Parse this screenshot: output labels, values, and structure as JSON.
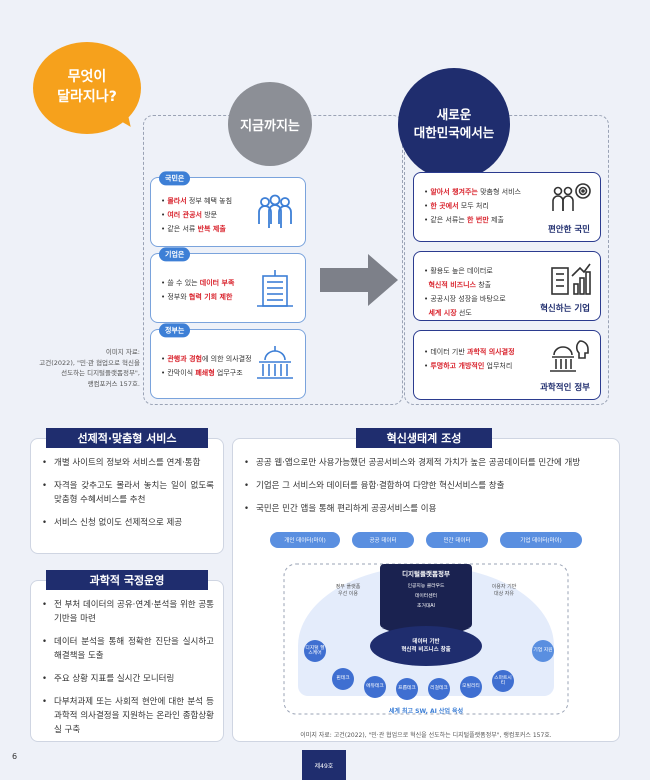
{
  "question": {
    "line1": "무엇이",
    "line2": "달라지나?"
  },
  "now": {
    "title": "지금까지는"
  },
  "new": {
    "line1": "새로운",
    "line2": "대한민국에서는"
  },
  "left_cards": [
    {
      "tag": "국민은",
      "items": [
        {
          "hl": "몰라서",
          "rest": " 정부 혜택 놓침"
        },
        {
          "hl": "여러 관공서",
          "rest": " 방문"
        },
        {
          "pre": "같은 서류 ",
          "hl": "반복 제출",
          "rest": ""
        }
      ]
    },
    {
      "tag": "기업은",
      "items": [
        {
          "pre": "쓸 수 있는 ",
          "hl": "데이터 부족",
          "rest": ""
        },
        {
          "pre": "정부와 ",
          "hl": "협력 기회 제한",
          "rest": ""
        }
      ]
    },
    {
      "tag": "정부는",
      "items": [
        {
          "hl": "관행과 경험",
          "rest": "에 의한 의사결정"
        },
        {
          "pre": "칸막이식 ",
          "hl": "폐쇄형",
          "rest": " 업무구조"
        }
      ]
    }
  ],
  "right_cards": [
    {
      "label": "편안한 국민",
      "items": [
        {
          "hl": "알아서 챙겨주는",
          "rest": " 맞춤형 서비스"
        },
        {
          "hl": "한 곳에서",
          "rest": " 모두 처리"
        },
        {
          "pre": "같은 서류는 ",
          "hl": "한 번만",
          "rest": " 제출"
        }
      ]
    },
    {
      "label": "혁신하는 기업",
      "items": [
        {
          "pre": "활용도 높은 데이터로",
          "br": "혁신적 비즈니스",
          "rest": " 창출"
        },
        {
          "pre": "공공시장 성장을 바탕으로",
          "br": "세계 시장",
          "rest": " 선도"
        }
      ]
    },
    {
      "label": "과학적인 정부",
      "items": [
        {
          "pre": "데이터 기반 ",
          "hl": "과학적 의사결정",
          "rest": ""
        },
        {
          "hl": "투명하고 개방적인",
          "rest": " 업무처리"
        }
      ]
    }
  ],
  "source_top": {
    "l1": "이미지 자료:",
    "l2": "고건(2022), \"민·관 협업으로 혁신을",
    "l3": "선도하는 디지털플랫폼정부\",",
    "l4": "랭컴포커스 157호."
  },
  "section1": {
    "title": "선제적·맞춤형 서비스",
    "items": [
      "개별 사이트의 정보와 서비스를 연계·통합",
      "자격을 갖추고도 몰라서 놓치는 일이 없도록 맞춤형 수혜서비스를 추천",
      "서비스 신청 없이도 선제적으로 제공"
    ]
  },
  "section2": {
    "title": "과학적 국정운영",
    "items": [
      "전 부처 데이터의 공유·연계·분석을 위한 공통기반을 마련",
      "데이터 분석을 통해 정확한 진단을 실시하고 해결책을 도출",
      "주요 상황 지표를 실시간 모니터링",
      "다부처과제 또는 사회적 현안에 대한 분석 등 과학적 의사결정을 지원하는 온라인 종합상황실 구축"
    ]
  },
  "section3": {
    "title": "혁신생태계 조성",
    "items": [
      "공공 웹·앱으로만 사용가능했던 공공서비스와 경제적 가치가 높은 공공데이터를 민간에 개방",
      "기업은 그 서비스와 데이터를 융합·결합하여 다양한 혁신서비스를 창출",
      "국민은 민간 앱을 통해 편리하게 공공서비스를 이용"
    ]
  },
  "diagram": {
    "pills": [
      "개인 데이터(마이)",
      "공공 데이터",
      "민간 데이터",
      "기업 데이터(마이)"
    ],
    "left_note": {
      "l1": "정부 플랫폼",
      "l2": "우선 이용"
    },
    "right_note": {
      "l1": "이용자 기반",
      "l2": "대상 자유"
    },
    "platform": "디지털플랫폼정부",
    "platform_sub": [
      "인공지능 클라우드",
      "데이터센터",
      "초거대AI"
    ],
    "center": {
      "l1": "데이터 기반",
      "l2": "혁신적 비즈니스 창출"
    },
    "circles": [
      "디지털 헬스케어",
      "핀테크",
      "에듀테크",
      "프롭테크",
      "리걸테크",
      "모빌리티",
      "스마트시티",
      "기업 지원"
    ],
    "bottom": "세계 최고 SW, AI 산업 육성"
  },
  "source_bottom": "이미지 자료: 고건(2022), \"민·관 협업으로 혁신을 선도하는 디지털플랫폼정부\", 랭컴포커스 157호.",
  "page_number": "6",
  "footer": "제49호",
  "colors": {
    "navy": "#1f2d6e",
    "orange": "#f6a11c",
    "red": "#d9232d",
    "blue": "#3d7fd6"
  }
}
